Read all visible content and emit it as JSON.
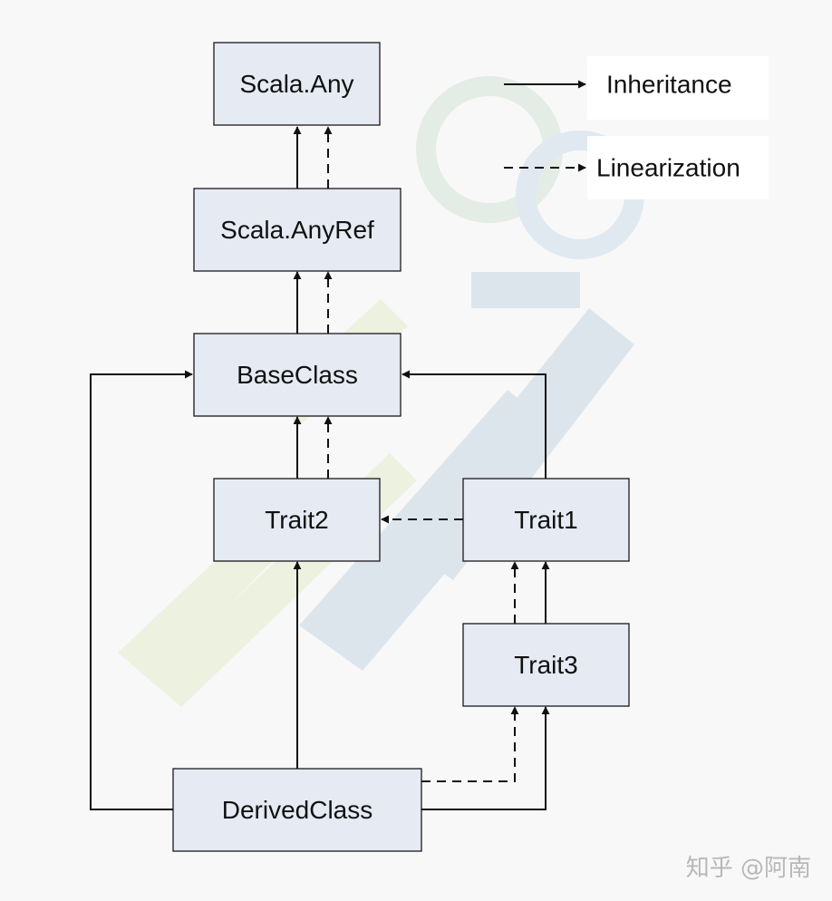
{
  "diagram": {
    "nodes": [
      {
        "id": "any",
        "label": "Scala.Any"
      },
      {
        "id": "anyref",
        "label": "Scala.AnyRef"
      },
      {
        "id": "base",
        "label": "BaseClass"
      },
      {
        "id": "trait2",
        "label": "Trait2"
      },
      {
        "id": "trait1",
        "label": "Trait1"
      },
      {
        "id": "trait3",
        "label": "Trait3"
      },
      {
        "id": "derived",
        "label": "DerivedClass"
      }
    ],
    "edges": [
      {
        "from": "anyref",
        "to": "any",
        "kind": "inheritance"
      },
      {
        "from": "anyref",
        "to": "any",
        "kind": "linearization"
      },
      {
        "from": "base",
        "to": "anyref",
        "kind": "inheritance"
      },
      {
        "from": "base",
        "to": "anyref",
        "kind": "linearization"
      },
      {
        "from": "trait2",
        "to": "base",
        "kind": "inheritance"
      },
      {
        "from": "trait2",
        "to": "base",
        "kind": "linearization"
      },
      {
        "from": "trait1",
        "to": "base",
        "kind": "inheritance"
      },
      {
        "from": "trait1",
        "to": "trait2",
        "kind": "linearization"
      },
      {
        "from": "trait3",
        "to": "trait1",
        "kind": "inheritance"
      },
      {
        "from": "trait3",
        "to": "trait1",
        "kind": "linearization"
      },
      {
        "from": "derived",
        "to": "trait2",
        "kind": "inheritance"
      },
      {
        "from": "derived",
        "to": "base",
        "kind": "inheritance"
      },
      {
        "from": "derived",
        "to": "trait3",
        "kind": "inheritance"
      },
      {
        "from": "derived",
        "to": "trait3",
        "kind": "linearization"
      }
    ],
    "legend": {
      "inheritance": "Inheritance",
      "linearization": "Linearization"
    }
  },
  "watermark": {
    "text": "知乎 @阿南"
  },
  "colors": {
    "background": "#f8f8f8",
    "node_fill": "#e6eaf3",
    "line": "#111111"
  }
}
